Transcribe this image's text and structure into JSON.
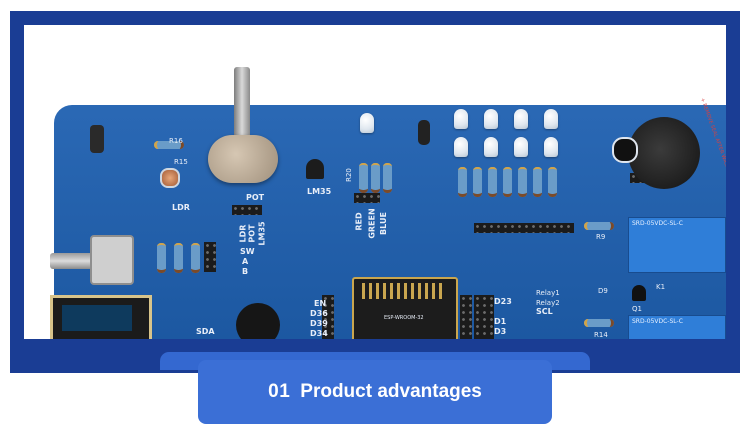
{
  "photo": {
    "description_name": "pcb-board-photo",
    "silkscreen": {
      "r16": "R16",
      "r15": "R15",
      "ldr": "LDR",
      "pot": "POT",
      "lm35": "LM35",
      "r20": "R20",
      "red": "RED",
      "green": "GREEN",
      "blue": "BLUE",
      "ldr_vert": "LDR",
      "pot_vert": "POT",
      "lm35_vert": "LM35",
      "sw": "SW",
      "a": "A",
      "b": "B",
      "sda": "SDA",
      "en": "EN",
      "d36": "D36",
      "d39": "D39",
      "d34": "D34",
      "d23": "D23",
      "d1": "D1",
      "d3": "D3",
      "scl": "SCL",
      "relay1": "Relay1",
      "relay2": "Relay2",
      "r9": "R9",
      "d9": "D9",
      "k1": "K1",
      "r14": "R14",
      "q1": "Q1",
      "relay_label": "SRD-05VDC-SL-C",
      "buzzer_label": "+ REMOVE SEAL AFTER WASHING",
      "esp_label": "ESP-WROOM-32"
    }
  },
  "banner": {
    "number": "01",
    "title": "Product advantages"
  },
  "colors": {
    "frame": "#1a3d94",
    "board": "#1d5fb0",
    "title_box": "#3b6fd6",
    "tab": "#3468d0"
  }
}
